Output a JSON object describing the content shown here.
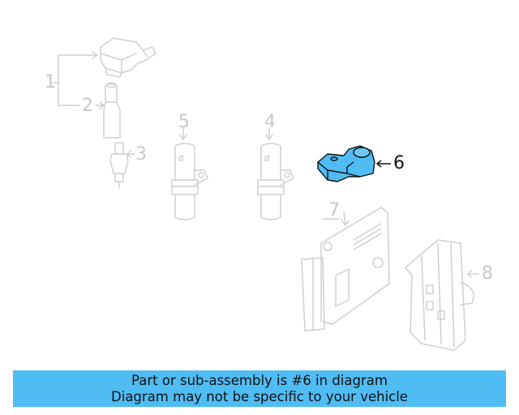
{
  "diagram": {
    "highlight_color": "#4fbcf4",
    "faded_color": "#c8c8c8",
    "callouts": [
      {
        "number": "1",
        "part": "ignition-coil-group",
        "highlighted": false
      },
      {
        "number": "2",
        "part": "ignition-coil-boot",
        "highlighted": false
      },
      {
        "number": "3",
        "part": "spark-plug",
        "highlighted": false
      },
      {
        "number": "4",
        "part": "sensor-right",
        "highlighted": false
      },
      {
        "number": "5",
        "part": "sensor-left",
        "highlighted": false
      },
      {
        "number": "6",
        "part": "highlighted-sensor",
        "highlighted": true
      },
      {
        "number": "7",
        "part": "engine-control-module",
        "highlighted": false
      },
      {
        "number": "8",
        "part": "ecm-bracket",
        "highlighted": false
      }
    ]
  },
  "banner": {
    "line1": "Part or sub-assembly is #6 in diagram",
    "line2": "Diagram may not be specific to your vehicle",
    "background": "#4fbcf4"
  }
}
